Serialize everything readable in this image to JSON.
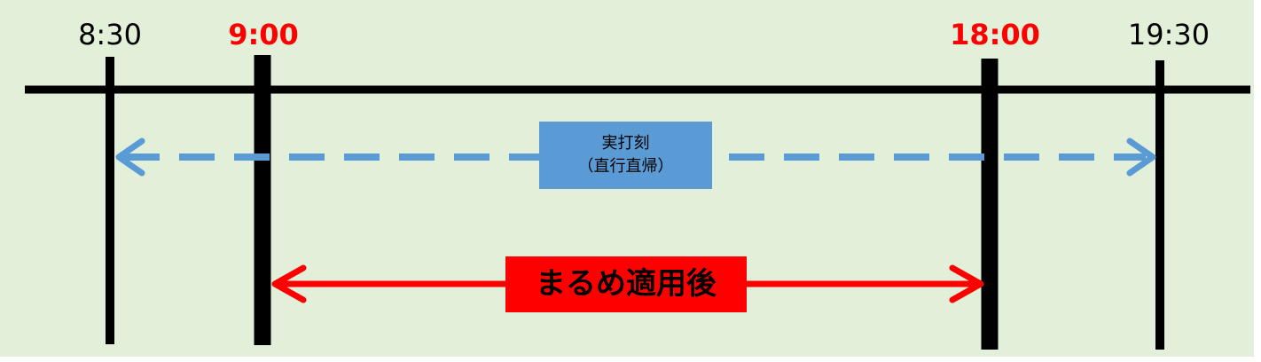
{
  "times": {
    "start_actual": "8:30",
    "start_rounded": "9:00",
    "end_rounded": "18:00",
    "end_actual": "19:30"
  },
  "actual_box": {
    "line1": "実打刻",
    "line2": "（直行直帰）"
  },
  "rounded_box": {
    "label": "まるめ適用後"
  },
  "colors": {
    "background": "#e2efd9",
    "timeline": "#000000",
    "rounded_accent": "#ff0000",
    "actual_accent": "#5b9bd5"
  }
}
